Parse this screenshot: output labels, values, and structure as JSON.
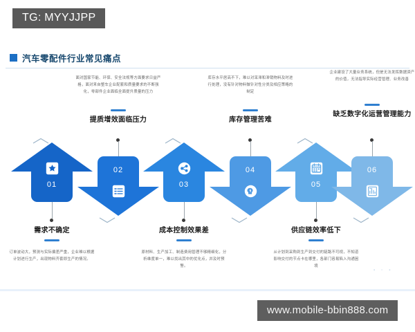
{
  "watermarks": {
    "top_tag": "TG: MYYJJPP",
    "bottom_url": "www.mobile-bbin888.com"
  },
  "slide": {
    "title": "汽车零配件行业常见痛点",
    "page_dots": [
      "▪",
      "▫",
      "▪"
    ]
  },
  "colors": {
    "title_text": "#17486e",
    "title_square": "#1c6fc4",
    "accent_bar": "#2f7fd0",
    "step_1": "#1565c8",
    "step_2": "#1e74d8",
    "step_3": "#2a86e0",
    "step_4": "#4e9ae4",
    "step_5": "#62ace8",
    "step_6": "#7fb8e8"
  },
  "steps": [
    {
      "number": "01",
      "direction": "up",
      "icon": "star-icon",
      "color": "#1565c8",
      "heading": "需求不确定",
      "heading_position": "bottom",
      "paragraph": "订单波动大，预测与实际偏差严重，企业难以根据计划进行生产，出现物料齐套即生产的情况。"
    },
    {
      "number": "02",
      "direction": "down",
      "icon": "checklist-icon",
      "color": "#1e74d8",
      "heading": "提质增效面临压力",
      "heading_position": "top",
      "paragraph": "面对国家节能、环保、安全法规等方面要求日益严格，面对来自整车企业配套和质量要求的不断强化，零部件企业面临全面提升质量的压力"
    },
    {
      "number": "03",
      "direction": "up",
      "icon": "share-network-icon",
      "color": "#2a86e0",
      "heading": "成本控制效果差",
      "heading_position": "bottom",
      "paragraph": "原材料、生产加工、制造费用管理不够精细化，分析维度单一，难以找出其中的优化点，并及时预警。"
    },
    {
      "number": "04",
      "direction": "down",
      "icon": "brain-head-icon",
      "color": "#4e9ae4",
      "heading": "库存管理苦难",
      "heading_position": "top",
      "paragraph": "库存水平居高不下，难以对呆滞和滞销物料及时进行处理，没有针对物料做针对性分类及相应策略的制定"
    },
    {
      "number": "05",
      "direction": "up",
      "icon": "calendar-icon",
      "color": "#62ace8",
      "heading": "供应链效率低下",
      "heading_position": "bottom",
      "paragraph": "从计划到采购到生产到交付的链路不可视，不知道影响交付的节点卡在哪里，各部门容易陷入沟通困境"
    },
    {
      "number": "06",
      "direction": "down",
      "icon": "report-chart-icon",
      "color": "#7fb8e8",
      "heading": "缺乏数字化运营管理能力",
      "heading_position": "top",
      "paragraph": "企业建设了大量业务系统，但是无法发挥数据资产的价值，无法指导实际经营管理、业务改善"
    }
  ]
}
